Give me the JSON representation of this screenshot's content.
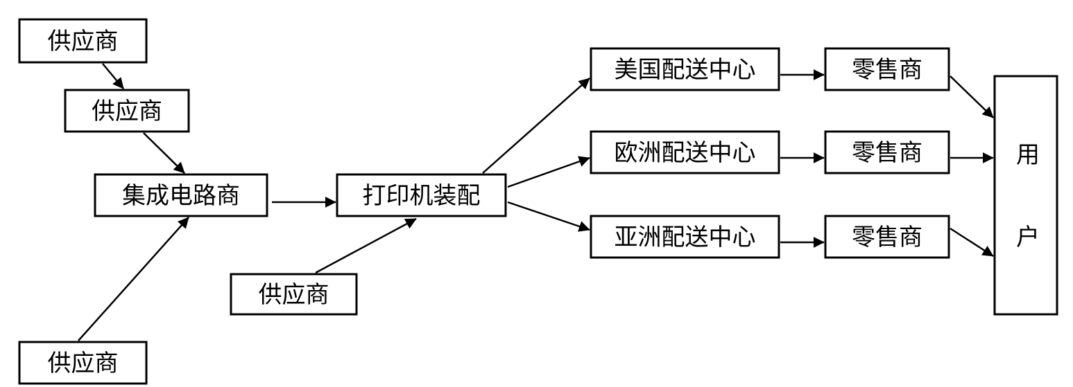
{
  "nodes": {
    "supplier_1": "供应商",
    "supplier_2": "供应商",
    "supplier_3": "供应商",
    "supplier_4": "供应商",
    "ic_maker": "集成电路商",
    "printer_assembly": "打印机装配",
    "us_center": "美国配送中心",
    "eu_center": "欧洲配送中心",
    "asia_center": "亚洲配送中心",
    "retailer_1": "零售商",
    "retailer_2": "零售商",
    "retailer_3": "零售商",
    "user_1": "用",
    "user_2": "户"
  },
  "colors": {
    "stroke": "#000000",
    "background": "#ffffff"
  }
}
